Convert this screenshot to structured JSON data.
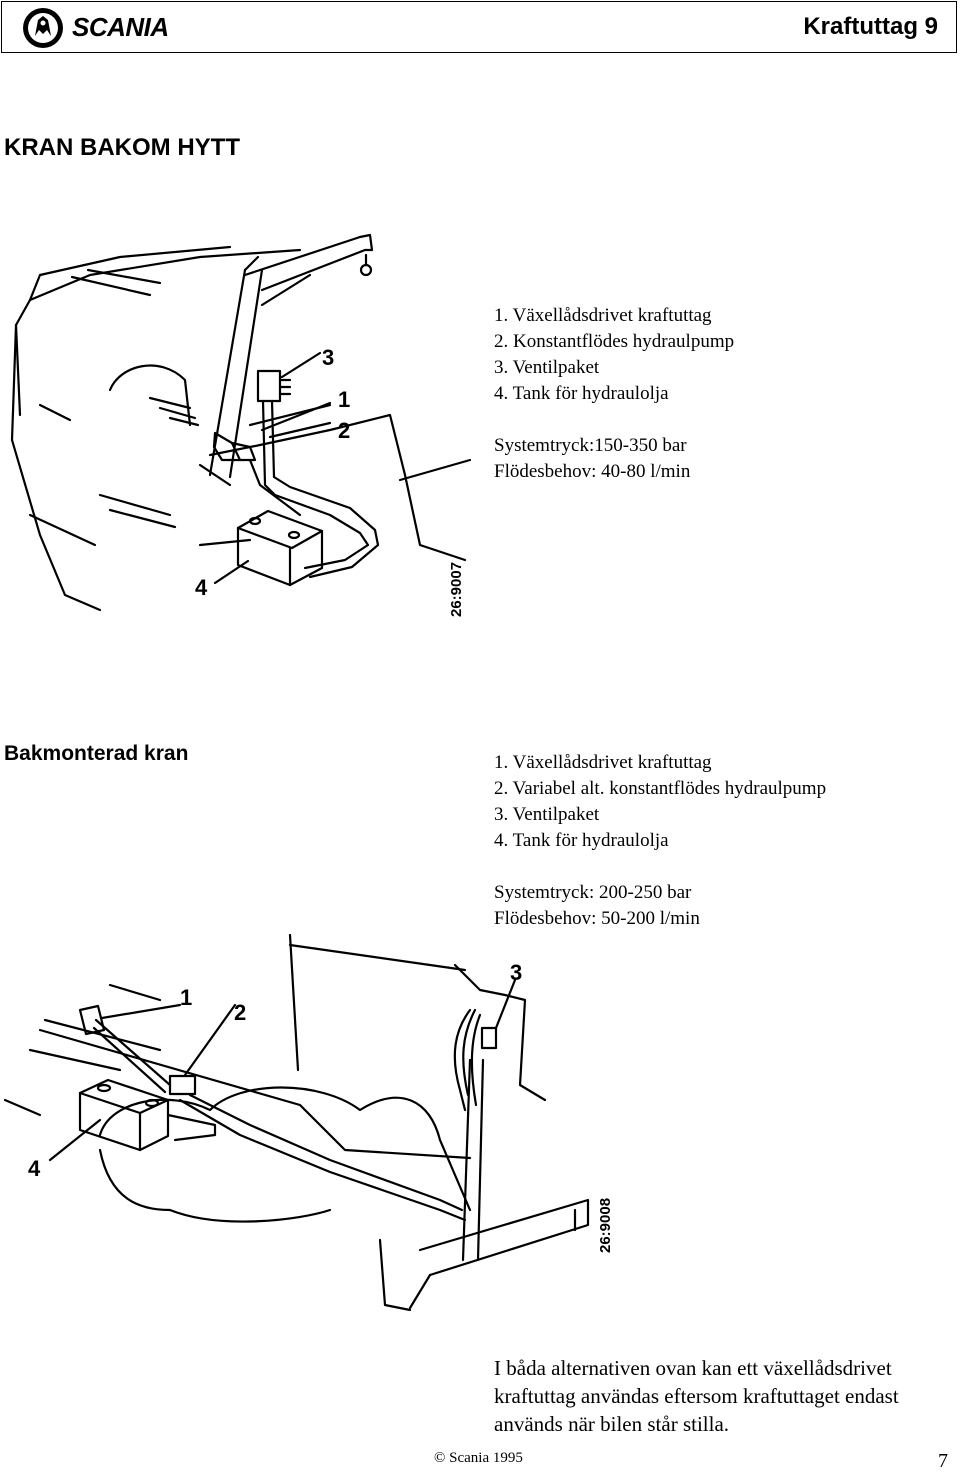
{
  "header": {
    "brand": "SCANIA",
    "title": "Kraftuttag 9"
  },
  "section1": {
    "heading": "KRAN BAKOM HYTT",
    "items": [
      "1. Växellådsdrivet kraftuttag",
      "2. Konstantflödes hydraulpump",
      "3. Ventilpaket",
      "4. Tank för hydraulolja"
    ],
    "spec_pressure": "Systemtryck:150-350 bar",
    "spec_flow": "Flödesbehov: 40-80 l/min",
    "figure": {
      "code": "26:9007",
      "labels": [
        "3",
        "1",
        "2",
        "4"
      ]
    }
  },
  "section2": {
    "heading": "Bakmonterad kran",
    "items": [
      "1. Växellådsdrivet kraftuttag",
      "2. Variabel alt. konstantflödes hydraulpump",
      "3. Ventilpaket",
      "4. Tank för hydraulolja"
    ],
    "spec_pressure": "Systemtryck: 200-250 bar",
    "spec_flow": "Flödesbehov: 50-200 l/min",
    "figure": {
      "code": "26:9008",
      "labels": [
        "1",
        "2",
        "3",
        "4"
      ]
    }
  },
  "note": {
    "lines": [
      "I båda alternativen ovan kan ett växellådsdrivet",
      "kraftuttag användas eftersom kraftuttaget endast",
      "används när bilen står stilla."
    ]
  },
  "footer": {
    "copyright": "© Scania 1995",
    "page_number": "7"
  }
}
